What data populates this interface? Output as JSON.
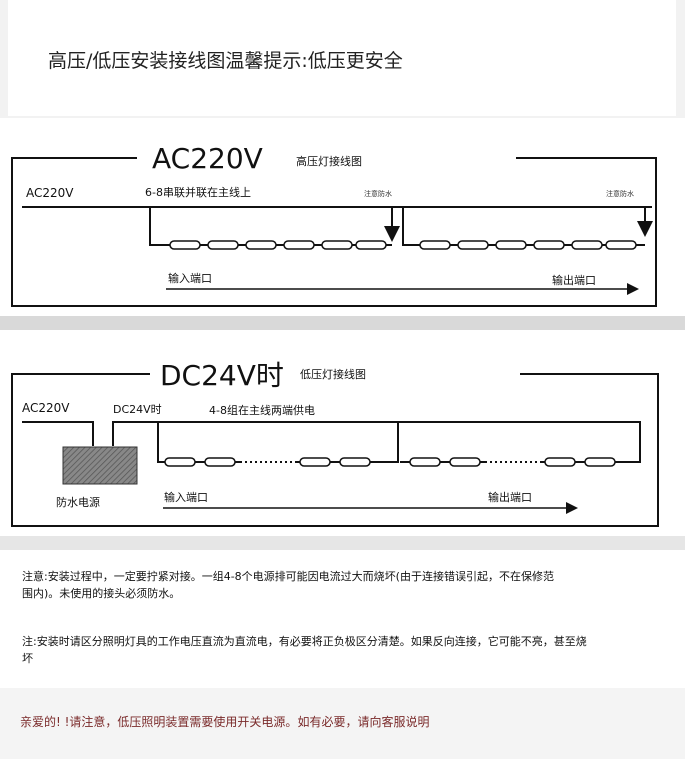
{
  "header": {
    "title": "高压/低压安装接线图温馨提示:低压更安全"
  },
  "high_voltage": {
    "big_label": "AC220V",
    "caption": "高压灯接线图",
    "source_label": "AC220V",
    "series_label": "6-8串联并联在主线上",
    "waterproof_1": "注意防水",
    "waterproof_2": "注意防水",
    "input_label": "输入端口",
    "output_label": "输出端口"
  },
  "low_voltage": {
    "big_label": "DC24V时",
    "caption": "低压灯接线图",
    "source_label": "AC220V",
    "dc_label": "DC24V时",
    "group_label": "4-8组在主线两端供电",
    "power_label": "防水电源",
    "input_label": "输入端口",
    "output_label": "输出端口"
  },
  "notes": {
    "note1_line1": "注意:安装过程中，一定要拧紧对接。一组4-8个电源排可能因电流过大而烧坏(由于连接错误引起，不在保修范",
    "note1_line2": "围内)。未使用的接头必须防水。",
    "note2_line1": "注:安装时请区分照明灯具的工作电压直流为直流电，有必要将正负极区分清楚。如果反向连接，它可能不亮，甚至烧",
    "note2_line2": "坏"
  },
  "footer": {
    "text": "亲爱的! !请注意，低压照明装置需要使用开关电源。如有必要，请向客服说明"
  }
}
